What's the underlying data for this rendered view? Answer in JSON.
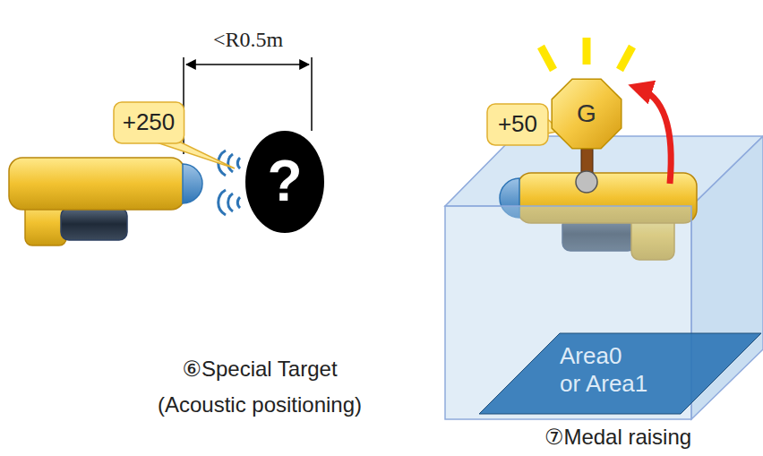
{
  "diagram": {
    "nodes": [
      {
        "text": [
          "+250"
        ]
      },
      {
        "text": [
          "?"
        ]
      },
      {
        "text": [
          "+50"
        ]
      },
      {
        "text": [
          "G"
        ]
      },
      {
        "text": [
          "Area0 or Area1"
        ]
      }
    ],
    "labels": [
      "<R0.5m",
      "⑥Special Target (Acoustic positioning)",
      "⑦Medal raising"
    ]
  }
}
